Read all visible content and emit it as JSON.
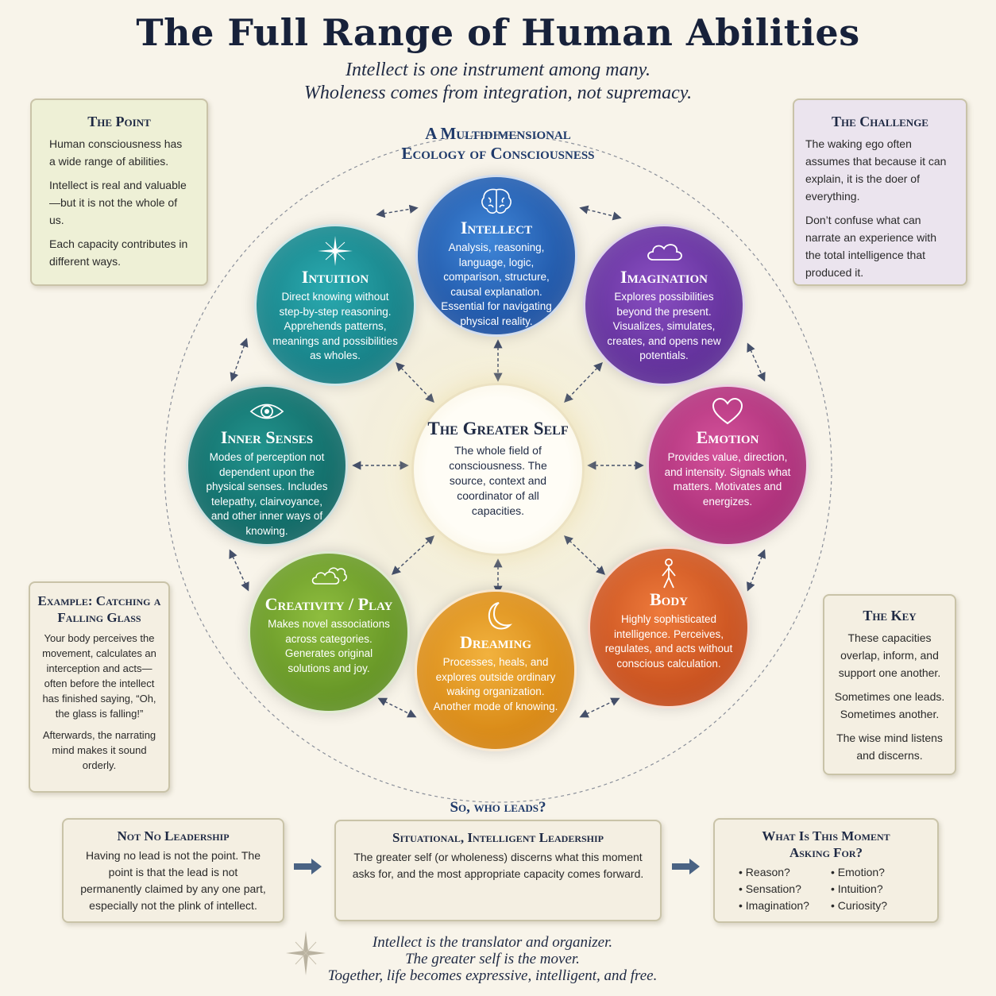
{
  "title": "The Full Range of Human Abilities",
  "subtitle": [
    "Intellect is one instrument among many.",
    "Wholeness comes from integration, not supremacy."
  ],
  "diagram_title": [
    "A Multidimensional",
    "Ecology of Consciousness"
  ],
  "point_panel": {
    "heading": "The Point",
    "paragraphs": [
      "Human consciousness has a wide range of abilities.",
      "Intellect is real and valuable—but it is not the whole of us.",
      "Each capacity contributes in different ways."
    ]
  },
  "challenge_panel": {
    "heading": "The Challenge",
    "paragraphs": [
      "The waking ego often assumes that because it can explain, it is the doer of everything.",
      "Don’t confuse what can narrate an experience with the total intelligence that produced it."
    ]
  },
  "example_panel": {
    "heading": "Example: Catching a Falling Glass",
    "paragraphs": [
      "Your body perceives the movement, calculates an interception and acts—often before the intellect has finished saying, “Oh, the glass is falling!”",
      "Afterwards, the narrating mind makes it sound orderly."
    ]
  },
  "key_panel": {
    "heading": "The Key",
    "paragraphs": [
      "These capacities overlap, inform, and support one another.",
      "Sometimes one leads. Sometimes another.",
      "The wise mind listens and discerns."
    ]
  },
  "capacities": {
    "intellect": {
      "name": "Intellect",
      "icon": "brain-icon",
      "color": "#2a63b8",
      "desc": "Analysis, reasoning, language, logic, comparison, structure, causal explanation. Essential for navigating physical reality."
    },
    "intuition": {
      "name": "Intuition",
      "icon": "star-icon",
      "color": "#1c8f95",
      "desc": "Direct knowing without step-by-step reasoning. Apprehends patterns, meanings and possibilities as wholes."
    },
    "imagination": {
      "name": "Imagination",
      "icon": "cloud-icon",
      "color": "#6e3aa8",
      "desc": "Explores possibilities beyond the present. Visualizes, simulates, creates, and opens new potentials."
    },
    "inner": {
      "name": "Inner Senses",
      "icon": "eye-icon",
      "color": "#167a76",
      "desc": "Modes of perception not dependent upon the physical senses. Includes telepathy, clairvoyance, and other inner ways of knowing."
    },
    "emotion": {
      "name": "Emotion",
      "icon": "heart-icon",
      "color": "#bd3a86",
      "desc": "Provides value, direction, and intensity. Signals what matters. Motivates and energizes."
    },
    "creativity": {
      "name": "Creativity / Play",
      "icon": "clouds-icon",
      "color": "#75a52e",
      "desc": "Makes novel associations across categories. Generates original solutions and joy."
    },
    "dreaming": {
      "name": "Dreaming",
      "icon": "moon-icon",
      "color": "#e39a22",
      "desc": "Processes, heals, and explores outside ordinary waking organization. Another mode of knowing."
    },
    "body": {
      "name": "Body",
      "icon": "figure-icon",
      "color": "#d85f27",
      "desc": "Highly sophisticated intelligence. Perceives, regulates, and acts without conscious calculation."
    }
  },
  "greater_self": {
    "name": "The Greater Self",
    "desc": "The whole field of consciousness. The source, context and coordinator of all capacities."
  },
  "who_leads": "So, who leads?",
  "leadership_panel": {
    "heading": "Not No Leadership",
    "text": "Having no lead is not the point. The point is that the lead is not permanently claimed by any one part, especially not the plink of intellect."
  },
  "situational_panel": {
    "heading": "Situational, Intelligent Leadership",
    "text": "The greater self (or wholeness) discerns what this moment asks for, and the most appropriate capacity comes forward."
  },
  "moment_panel": {
    "heading": "What Is This Moment Asking For?",
    "questions": [
      "Reason?",
      "Emotion?",
      "Sensation?",
      "Intuition?",
      "Imagination?",
      "Curiosity?"
    ]
  },
  "closing": [
    "Intellect is the translator and organizer.",
    "The greater self is the mover.",
    "Together, life becomes expressive, intelligent, and free."
  ]
}
